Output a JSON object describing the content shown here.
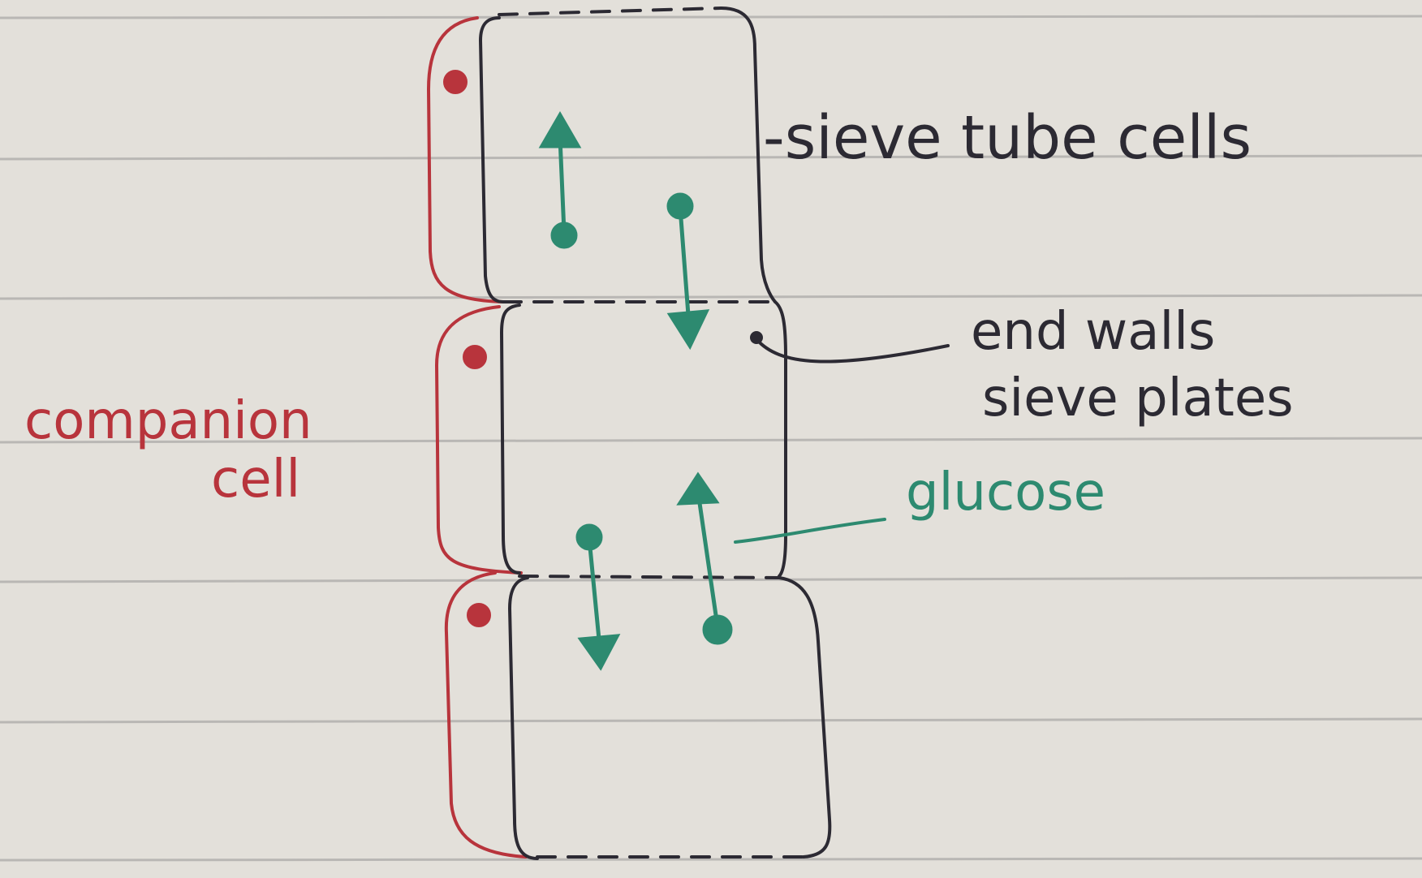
{
  "colors": {
    "paper": "#e3e0da",
    "rule_line": "#b9b7b4",
    "ink_dark": "#2c2a33",
    "ink_red": "#b8343c",
    "ink_green": "#2d8a70"
  },
  "labels": {
    "sieve_tube_cells": "-sieve tube cells",
    "end_walls": "end walls",
    "sieve_plates": "sieve plates",
    "companion_1": "companion",
    "companion_2": "cell",
    "glucose": "glucose"
  }
}
